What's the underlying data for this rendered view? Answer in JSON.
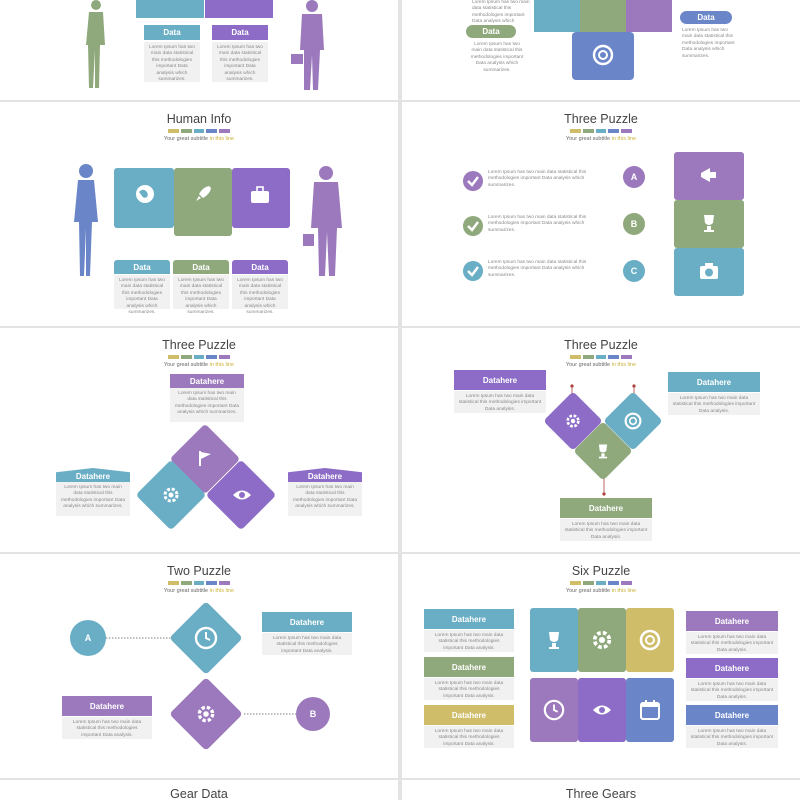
{
  "colors": {
    "teal": "#6aaec6",
    "green": "#8fa97c",
    "purple": "#9c79bd",
    "violet": "#8c6cc6",
    "yellow": "#cfbd6a",
    "blue": "#6a86c9",
    "gray": "#f1f1f1"
  },
  "common": {
    "subtitle_main": "Your great subtitle",
    "subtitle_hl": "in this line",
    "data": "Data",
    "data_here": "Datahere",
    "lorem_short": "Lorem Ipsum has two main data statistical this methodologies important Data analysis which summarizes.",
    "lorem_long": "Lorem Ipsum has two main data statistical this methodologies important Data analysis."
  },
  "slides": {
    "top_left": {
      "labels": [
        "Data",
        "Data"
      ]
    },
    "top_right": {
      "labels": [
        "Data",
        "Data"
      ]
    },
    "human_info": {
      "title": "Human Info",
      "labels": [
        "Data",
        "Data",
        "Data"
      ]
    },
    "three_puzzle_a": {
      "title": "Three Puzzle",
      "markers": [
        "A",
        "B",
        "C"
      ]
    },
    "three_puzzle_b": {
      "title": "Three Puzzle",
      "labels": [
        "Datahere",
        "Datahere",
        "Datahere"
      ]
    },
    "three_puzzle_c": {
      "title": "Three Puzzle",
      "labels": [
        "Datahere",
        "Datahere",
        "Datahere"
      ]
    },
    "two_puzzle": {
      "title": "Two Puzzle",
      "labels": [
        "Datahere",
        "Datahere"
      ],
      "markers": [
        "A",
        "B"
      ]
    },
    "six_puzzle": {
      "title": "Six Puzzle",
      "labels": [
        "Datahere",
        "Datahere",
        "Datahere",
        "Datahere",
        "Datahere",
        "Datahere"
      ]
    },
    "gear_data": {
      "title": "Gear Data"
    },
    "three_gears": {
      "title": "Three Gears"
    }
  }
}
